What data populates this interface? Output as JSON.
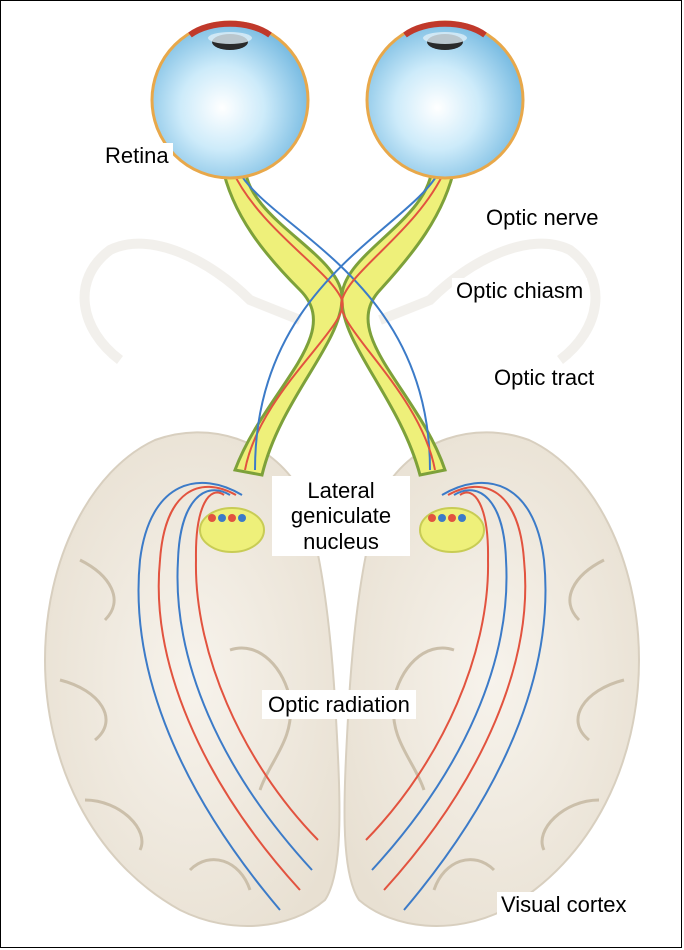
{
  "labels": {
    "retina": "Retina",
    "optic_nerve": "Optic nerve",
    "optic_chiasm": "Optic chiasm",
    "optic_tract": "Optic tract",
    "lateral_geniculate_nucleus": [
      "Lateral",
      "geniculate",
      "nucleus"
    ],
    "optic_radiation": "Optic radiation",
    "visual_cortex": "Visual cortex"
  },
  "colors": {
    "pathway_fill": "#eef07a",
    "pathway_edge": "#7da13a",
    "nasal_fiber": "#e2533f",
    "temporal_fiber": "#3c7bc8",
    "eyeball": "#a9d8f2",
    "brain": "#efe9df"
  }
}
